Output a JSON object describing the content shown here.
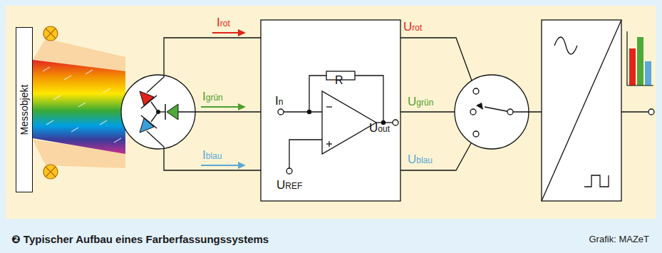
{
  "diagram": {
    "caption": "❷ Typischer Aufbau eines Farberfassungssystems",
    "nodes": [
      {
        "text": [
          "Messobjekt"
        ]
      },
      {
        "text": [
          "In",
          "R",
          "Uout",
          "UREF"
        ]
      }
    ],
    "labels": [
      "Irot",
      "Igrün",
      "Iblau",
      "Urot",
      "Ugrün",
      "Ublau",
      "Grafik: MAZeT"
    ]
  }
}
